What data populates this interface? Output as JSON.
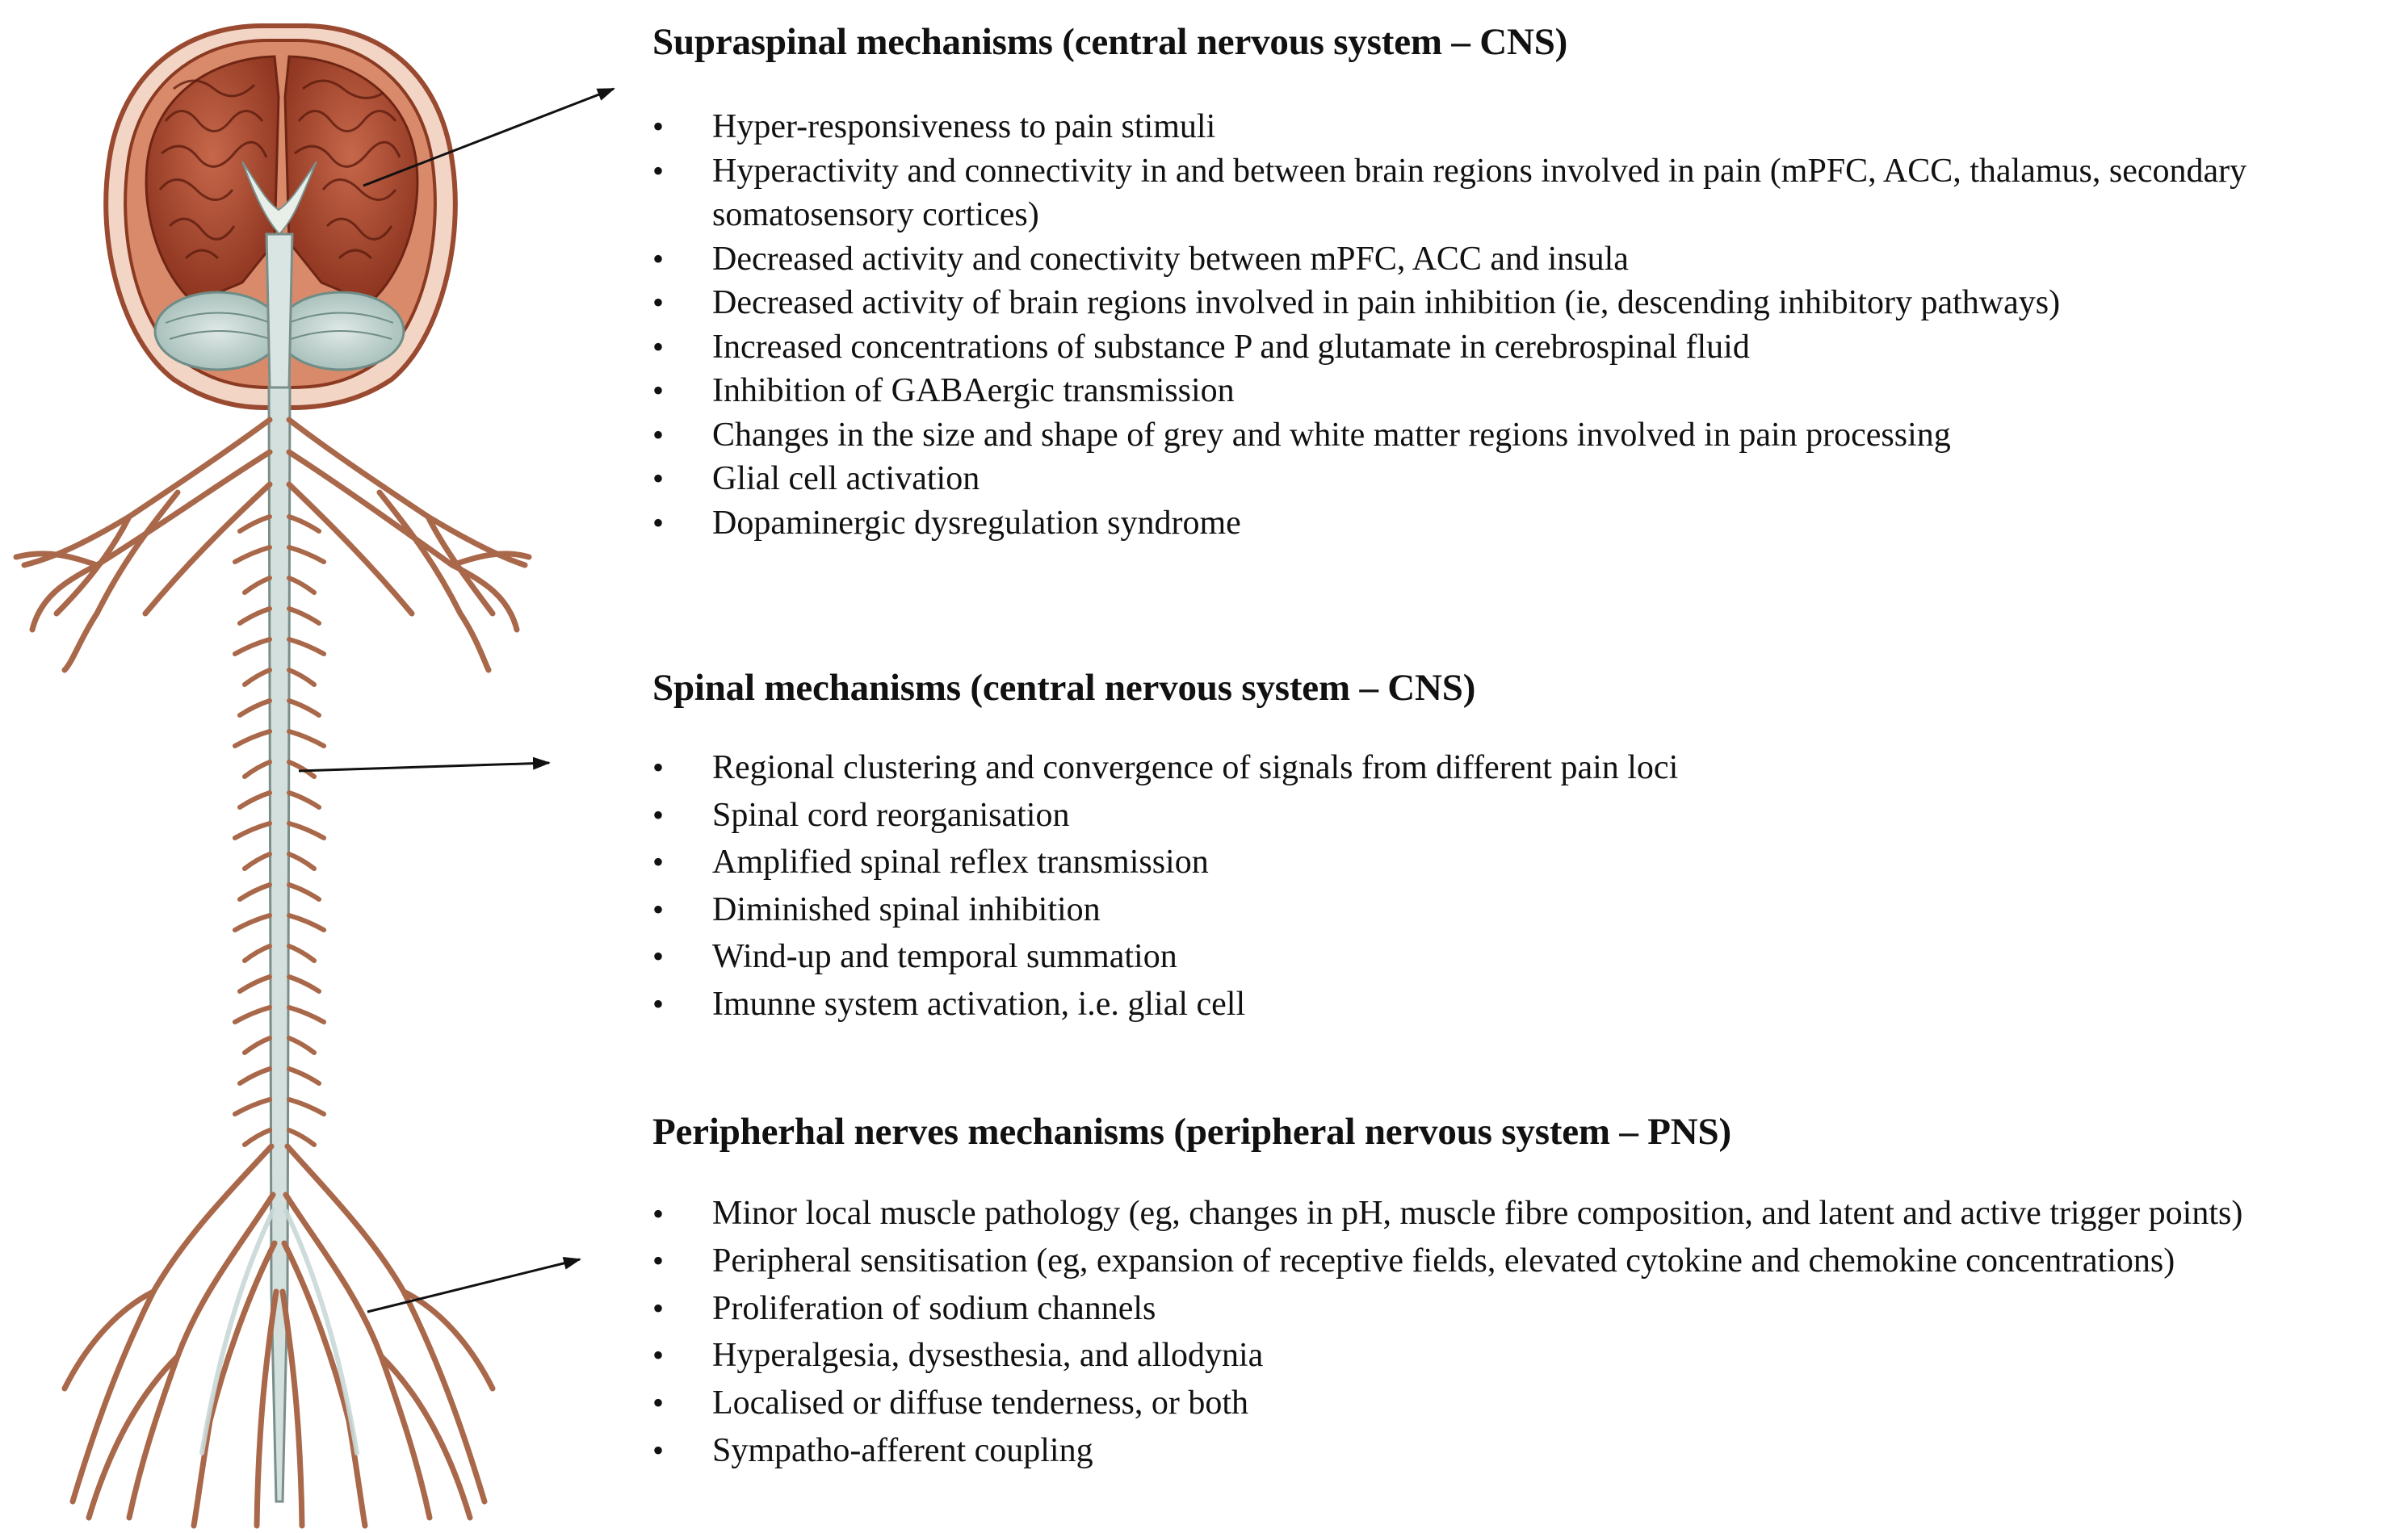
{
  "colors": {
    "brain": "#b5543a",
    "brain_dark": "#7a2a18",
    "skull": "#c8785a",
    "nerve": "#a9684a",
    "cord": "#c9d8d8",
    "text": "#111111"
  },
  "sections": [
    {
      "title": "Supraspinal mechanisms (central nervous system – CNS)",
      "items": [
        "Hyper-responsiveness to pain stimuli",
        "Hyperactivity and connectivity in and between brain regions involved in pain (mPFC, ACC, thalamus, secondary somatosensory cortices)",
        "Decreased activity and conectivity between mPFC, ACC and insula",
        "Decreased activity of brain regions involved in pain inhibition (ie, descending inhibitory pathways)",
        "Increased concentrations of substance P and glutamate in cerebrospinal fluid",
        "Inhibition of GABAergic transmission",
        "Changes in the size and shape of grey and white matter regions involved in pain processing",
        "Glial cell activation",
        "Dopaminergic dysregulation syndrome"
      ]
    },
    {
      "title": "Spinal mechanisms (central nervous system – CNS)",
      "items": [
        "Regional clustering and convergence of signals from different pain loci",
        "Spinal cord reorganisation",
        "Amplified spinal reflex transmission",
        "Diminished spinal inhibition",
        "Wind-up and temporal summation",
        "Imunne system activation, i.e. glial cell"
      ]
    },
    {
      "title": "Peripherhal nerves mechanisms (peripheral nervous system – PNS)",
      "items": [
        "Minor local muscle pathology (eg, changes in pH, muscle fibre composition, and latent and active trigger points)",
        "Peripheral sensitisation (eg, expansion of receptive fields, elevated cytokine and chemokine concentrations)",
        "Proliferation of sodium channels",
        "Hyperalgesia, dysesthesia, and allodynia",
        "Localised or diffuse tenderness, or both",
        "Sympatho-afferent coupling"
      ]
    }
  ],
  "bullet": "•"
}
